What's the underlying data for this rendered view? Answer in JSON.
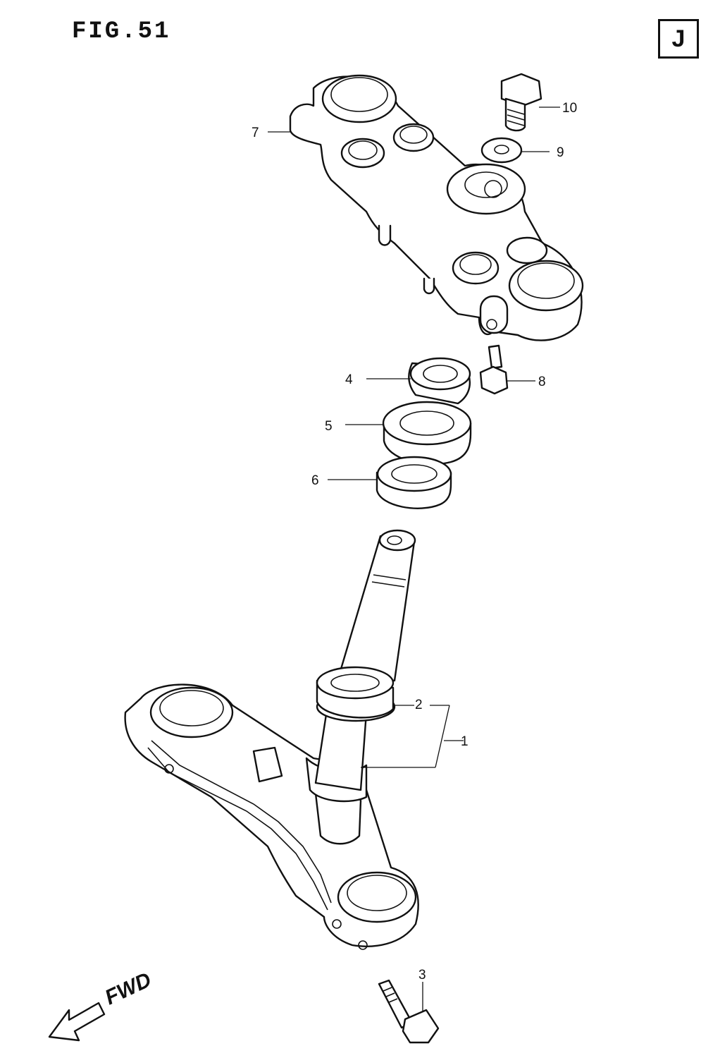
{
  "figure": {
    "title": "FIG.51",
    "section_tag": "J"
  },
  "callouts": [
    {
      "id": "c1",
      "label": "1"
    },
    {
      "id": "c2",
      "label": "2"
    },
    {
      "id": "c3",
      "label": "3"
    },
    {
      "id": "c4",
      "label": "4"
    },
    {
      "id": "c5",
      "label": "5"
    },
    {
      "id": "c6",
      "label": "6"
    },
    {
      "id": "c7",
      "label": "7"
    },
    {
      "id": "c8",
      "label": "8"
    },
    {
      "id": "c9",
      "label": "9"
    },
    {
      "id": "c10",
      "label": "10"
    }
  ],
  "direction": {
    "label": "FWD",
    "icon": "fwd-arrow-icon"
  }
}
